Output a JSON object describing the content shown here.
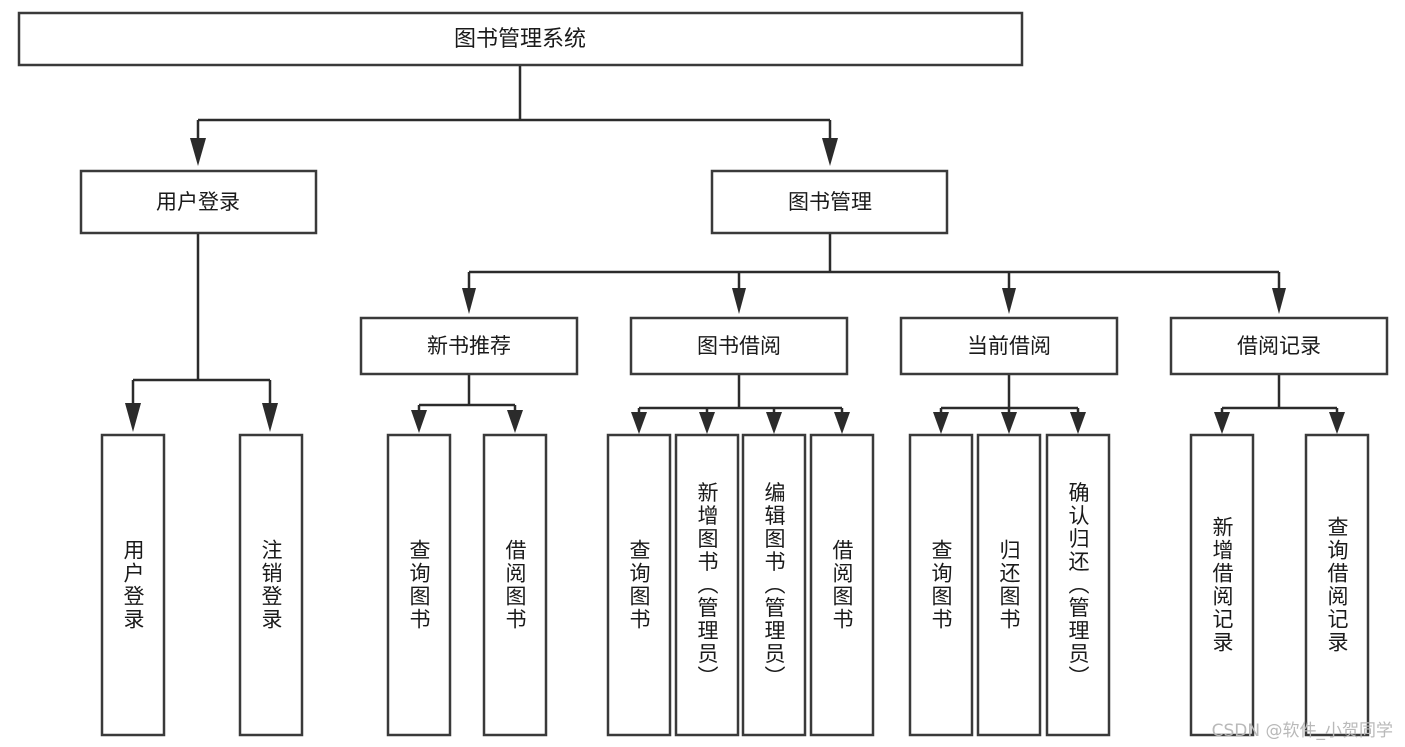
{
  "diagram": {
    "title": "图书管理系统",
    "type": "tree",
    "watermark": "CSDN @软件_小贺同学",
    "colors": {
      "box_stroke": "#3a3a3a",
      "connector": "#2b2b2b",
      "text": "#1a1a1a",
      "background": "#ffffff",
      "watermark_text": "#b9b9b9"
    },
    "levels": {
      "root_label": "图书管理系统",
      "level2": [
        {
          "label": "用户登录"
        },
        {
          "label": "图书管理"
        }
      ],
      "level3": [
        {
          "label": "新书推荐"
        },
        {
          "label": "图书借阅"
        },
        {
          "label": "当前借阅"
        },
        {
          "label": "借阅记录"
        }
      ]
    },
    "leaves": {
      "user_login": [
        {
          "label": "用户登录"
        },
        {
          "label": "注销登录"
        }
      ],
      "new_book_recommend": [
        {
          "label": "查询图书"
        },
        {
          "label": "借阅图书"
        }
      ],
      "book_borrow": [
        {
          "label": "查询图书"
        },
        {
          "label": "新增图书（管理员）"
        },
        {
          "label": "编辑图书（管理员）"
        },
        {
          "label": "借阅图书"
        }
      ],
      "current_borrow": [
        {
          "label": "查询图书"
        },
        {
          "label": "归还图书"
        },
        {
          "label": "确认归还（管理员）"
        }
      ],
      "borrow_record": [
        {
          "label": "新增借阅记录"
        },
        {
          "label": "查询借阅记录"
        }
      ]
    }
  }
}
